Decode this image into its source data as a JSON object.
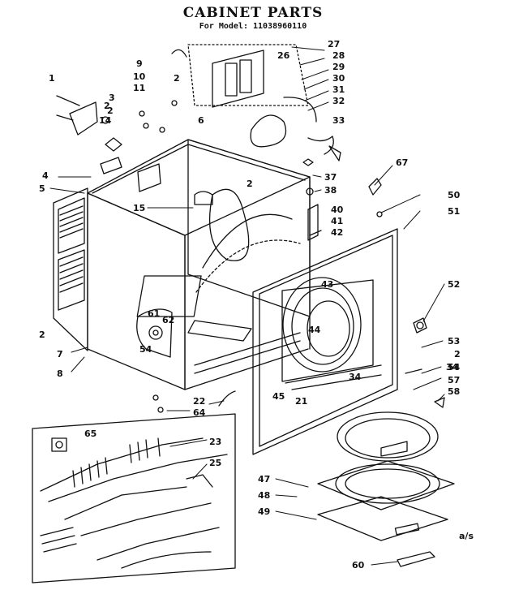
{
  "diagram": {
    "title": "CABINET PARTS",
    "subtitle": "For Model: 11038960110",
    "footer_mark": "a/s"
  },
  "callouts": [
    {
      "id": "c1",
      "label": "1"
    },
    {
      "id": "c2",
      "label": "2"
    },
    {
      "id": "c3",
      "label": "3"
    },
    {
      "id": "c4",
      "label": "4"
    },
    {
      "id": "c5",
      "label": "5"
    },
    {
      "id": "c6",
      "label": "6"
    },
    {
      "id": "c7",
      "label": "7"
    },
    {
      "id": "c8",
      "label": "8"
    },
    {
      "id": "c9",
      "label": "9"
    },
    {
      "id": "c10",
      "label": "10"
    },
    {
      "id": "c11",
      "label": "11"
    },
    {
      "id": "c14",
      "label": "14"
    },
    {
      "id": "c15",
      "label": "15"
    },
    {
      "id": "c2b",
      "label": "2"
    },
    {
      "id": "c2c",
      "label": "2"
    },
    {
      "id": "c2d",
      "label": "2"
    },
    {
      "id": "c2e",
      "label": "2"
    },
    {
      "id": "c21",
      "label": "21"
    },
    {
      "id": "c22",
      "label": "22"
    },
    {
      "id": "c23",
      "label": "23"
    },
    {
      "id": "c25",
      "label": "25"
    },
    {
      "id": "c26",
      "label": "26"
    },
    {
      "id": "c27",
      "label": "27"
    },
    {
      "id": "c28",
      "label": "28"
    },
    {
      "id": "c29",
      "label": "29"
    },
    {
      "id": "c30",
      "label": "30"
    },
    {
      "id": "c31",
      "label": "31"
    },
    {
      "id": "c32",
      "label": "32"
    },
    {
      "id": "c33",
      "label": "33"
    },
    {
      "id": "c34",
      "label": "34"
    },
    {
      "id": "c34b",
      "label": "34"
    },
    {
      "id": "c37",
      "label": "37"
    },
    {
      "id": "c38",
      "label": "38"
    },
    {
      "id": "c40",
      "label": "40"
    },
    {
      "id": "c41",
      "label": "41"
    },
    {
      "id": "c42",
      "label": "42"
    },
    {
      "id": "c43",
      "label": "43"
    },
    {
      "id": "c44",
      "label": "44"
    },
    {
      "id": "c45",
      "label": "45"
    },
    {
      "id": "c47",
      "label": "47"
    },
    {
      "id": "c48",
      "label": "48"
    },
    {
      "id": "c49",
      "label": "49"
    },
    {
      "id": "c50",
      "label": "50"
    },
    {
      "id": "c51",
      "label": "51"
    },
    {
      "id": "c52",
      "label": "52"
    },
    {
      "id": "c53",
      "label": "53"
    },
    {
      "id": "c2f",
      "label": "2"
    },
    {
      "id": "c54",
      "label": "54"
    },
    {
      "id": "c57",
      "label": "57"
    },
    {
      "id": "c58",
      "label": "58"
    },
    {
      "id": "c60",
      "label": "60"
    },
    {
      "id": "c61",
      "label": "61"
    },
    {
      "id": "c62",
      "label": "62"
    },
    {
      "id": "c54b",
      "label": "54"
    },
    {
      "id": "c64",
      "label": "64"
    },
    {
      "id": "c65",
      "label": "65"
    },
    {
      "id": "c67",
      "label": "67"
    }
  ]
}
